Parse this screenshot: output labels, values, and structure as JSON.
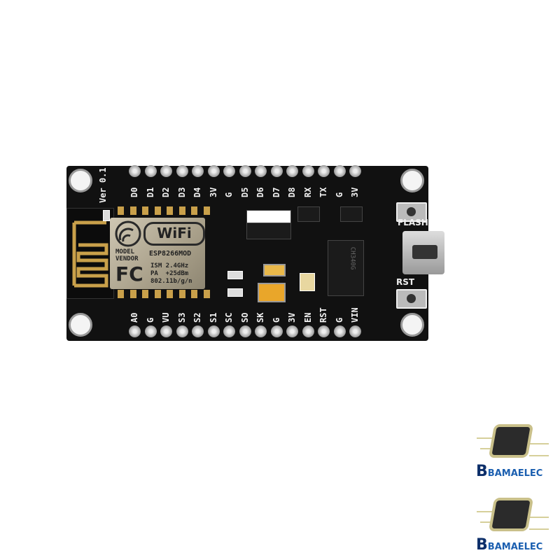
{
  "board": {
    "version_label": "Ver 0.1",
    "top_pins": [
      "D0",
      "D1",
      "D2",
      "D3",
      "D4",
      "3V",
      "G",
      "D5",
      "D6",
      "D7",
      "D8",
      "RX",
      "TX",
      "G",
      "3V"
    ],
    "bottom_pins": [
      "A0",
      "G",
      "VU",
      "S3",
      "S2",
      "S1",
      "SC",
      "SO",
      "SK",
      "G",
      "3V",
      "EN",
      "RST",
      "G",
      "VIN"
    ],
    "flash_label": "FLASH",
    "rst_label": "RST",
    "module": {
      "wifi_logo": "WiFi",
      "model_line1": "MODEL",
      "model_line2": "VENDOR",
      "model_name": "ESP8266MOD",
      "fcc_logo": "FC",
      "spec_line1": "ISM 2.4GHz",
      "spec_line2": "PA  +25dBm",
      "spec_line3": "802.11b/g/n"
    },
    "usb_chip_label": "CH340G"
  },
  "watermark": {
    "brand": "BAMAELEC",
    "count": 2
  },
  "colors": {
    "pcb": "#111111",
    "brand": "#1b5fb0",
    "pad_gold": "#c9a04a"
  }
}
